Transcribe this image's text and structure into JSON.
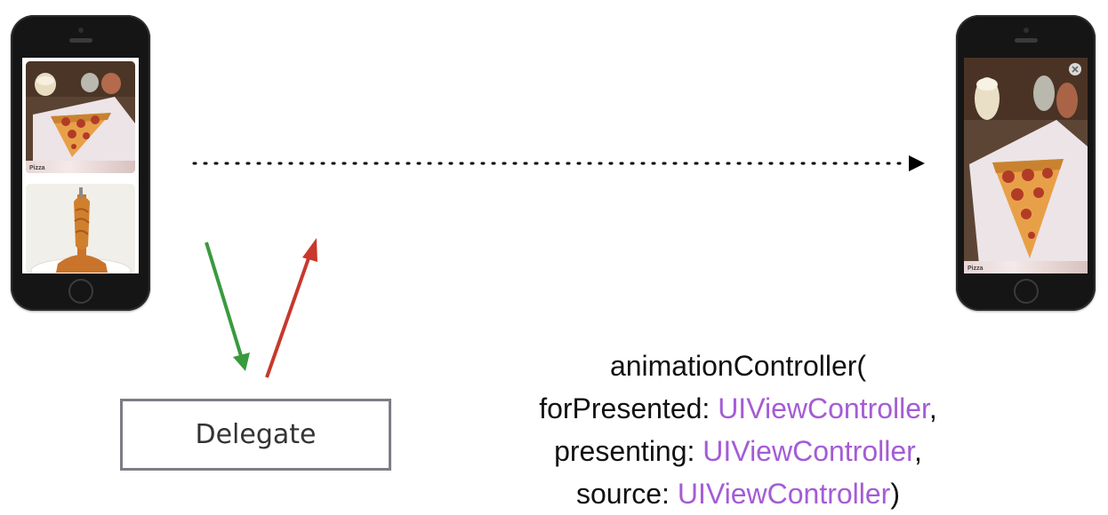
{
  "left_phone": {
    "cards": [
      {
        "label": "Pizza"
      },
      {
        "label": ""
      }
    ]
  },
  "right_phone": {
    "card_label": "Pizza",
    "close_icon": "close-icon"
  },
  "delegate": {
    "label": "Delegate"
  },
  "signature": {
    "line1": "animationController(",
    "line2_param": "forPresented: ",
    "line2_type": "UIViewController",
    "line2_end": ",",
    "line3_param": "presenting: ",
    "line3_type": "UIViewController",
    "line3_end": ",",
    "line4_param": "source: ",
    "line4_type": "UIViewController",
    "line4_end": ")"
  },
  "colors": {
    "down_arrow": "#3a9a3f",
    "up_arrow": "#c8382c",
    "type_highlight": "#a45cd6",
    "box_border": "#7d7d86"
  }
}
